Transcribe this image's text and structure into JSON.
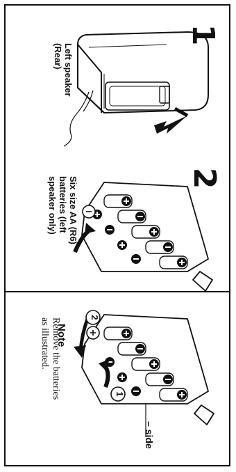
{
  "step1": {
    "number": "1",
    "label": "Left speaker (Rear)"
  },
  "step2": {
    "number": "2",
    "label": "Six size AA (R6) batteries (left speaker only)"
  },
  "note": {
    "title": "Note",
    "body": "Remove the batteries as illustrated.",
    "callout_one": "1",
    "callout_two": "2",
    "side_label": "– side"
  }
}
